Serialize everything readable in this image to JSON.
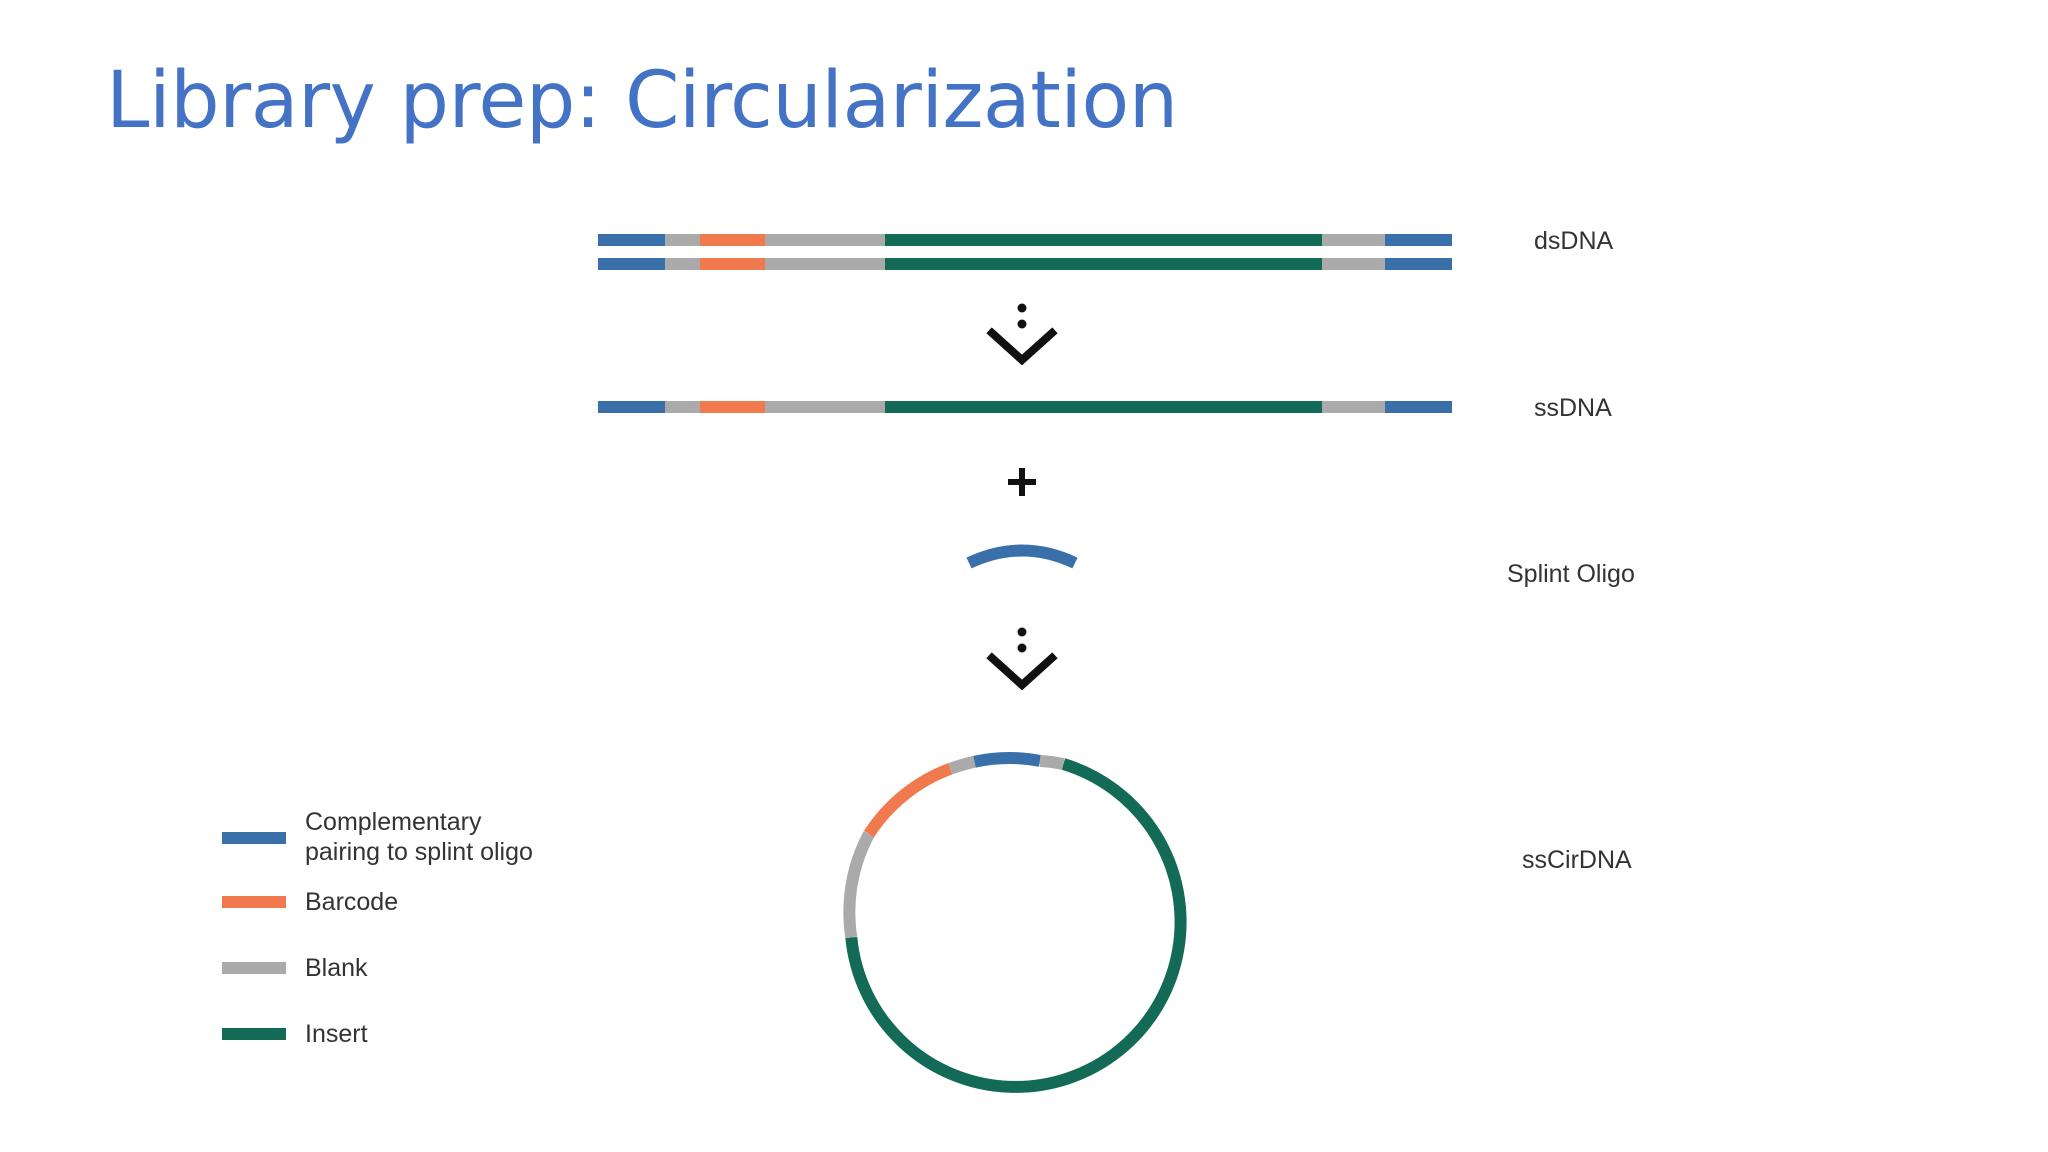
{
  "title": "Library prep: Circularization",
  "stages": {
    "dsdna": "dsDNA",
    "ssdna": "ssDNA",
    "splint": "Splint Oligo",
    "sscirdna": "ssCirDNA"
  },
  "colors": {
    "complementary": "#3a70aa",
    "barcode": "#f07a4e",
    "blank": "#aaaaaa",
    "insert": "#136a57",
    "arrow": "#111111",
    "title": "#4472c4"
  },
  "legend": [
    {
      "key": "complementary",
      "lines": [
        "Complementary",
        "pairing to splint oligo"
      ]
    },
    {
      "key": "barcode",
      "lines": [
        "Barcode"
      ]
    },
    {
      "key": "blank",
      "lines": [
        "Blank"
      ]
    },
    {
      "key": "insert",
      "lines": [
        "Insert"
      ]
    }
  ],
  "operators": {
    "plus": "+"
  },
  "icons": [
    "dotted-down-arrow-icon",
    "plus-icon",
    "dotted-down-arrow-icon"
  ]
}
